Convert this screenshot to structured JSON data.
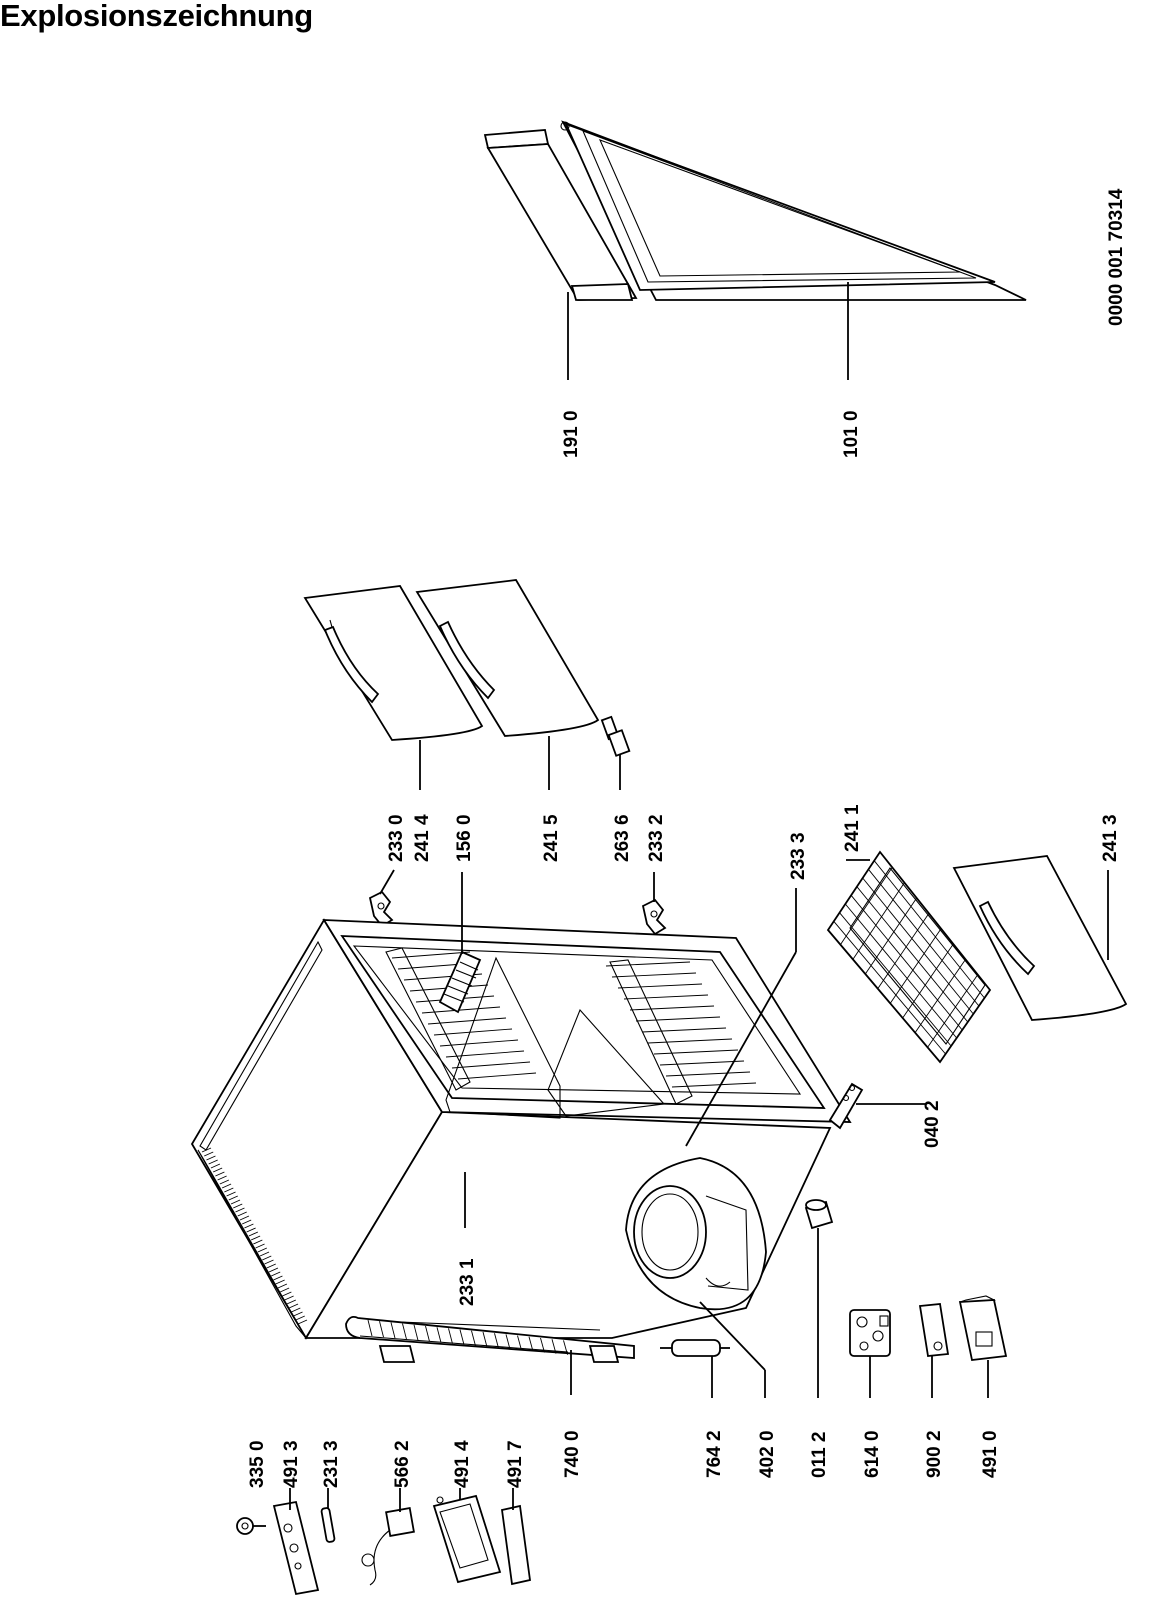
{
  "title": "Explosionszeichnung",
  "document_code": "0000  001 70314",
  "part_labels": {
    "p335_0": "335 0",
    "p491_3": "491 3",
    "p231_3": "231 3",
    "p566_2": "566 2",
    "p491_4": "491 4",
    "p491_7": "491 7",
    "p740_0": "740 0",
    "p764_2": "764 2",
    "p402_0": "402 0",
    "p011_2": "011 2",
    "p614_0": "614 0",
    "p900_2": "900 2",
    "p491_0": "491 0",
    "p233_1": "233 1",
    "p040_2": "040 2",
    "p233_3": "233 3",
    "p241_1": "241 1",
    "p241_3": "241 3",
    "p233_0": "233 0",
    "p241_4": "241 4",
    "p156_0": "156 0",
    "p241_5": "241 5",
    "p263_6": "263 6",
    "p233_2": "233 2",
    "p191_0": "191 0",
    "p101_0": "101 0"
  }
}
